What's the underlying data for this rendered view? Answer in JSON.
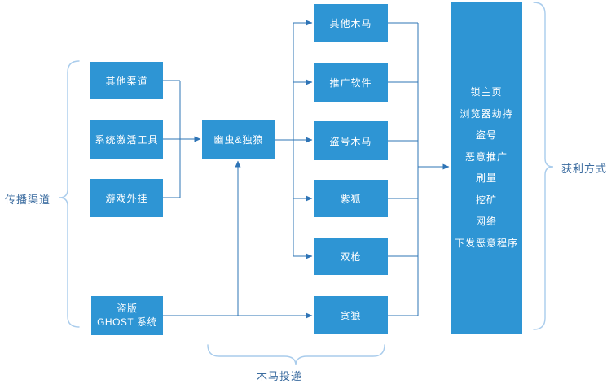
{
  "diagram": {
    "left_group_label": "传播渠道",
    "right_group_label": "获利方式",
    "bottom_group_label": "木马投递",
    "nodes": {
      "other_channels": "其他渠道",
      "system_activation_tools": "系统激活工具",
      "game_cheats": "游戏外挂",
      "pirated_ghost_line1": "盗版",
      "pirated_ghost_line2": "GHOST 系统",
      "dropper": "幽虫&独狼",
      "other_trojans": "其他木马",
      "promotion_software": "推广软件",
      "account_stealing_trojan": "盗号木马",
      "purple_fox": "紫狐",
      "double_gun": "双枪",
      "greedy_wolf": "贪狼"
    },
    "profit_items": [
      "锁主页",
      "浏览器劫持",
      "盗号",
      "恶意推广",
      "刷量",
      "挖矿",
      "网络",
      "下发恶意程序"
    ],
    "colors": {
      "node_fill": "#2E95D4",
      "node_text": "#FFFFFF",
      "connector": "#2E74B6",
      "bracket": "#A9CCEC",
      "group_label_text": "#3A6B9F"
    }
  }
}
